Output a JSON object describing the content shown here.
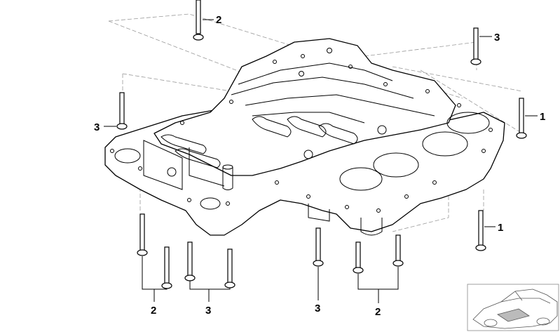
{
  "callouts": [
    {
      "id": "c1",
      "label": "2"
    },
    {
      "id": "c2",
      "label": "3"
    },
    {
      "id": "c3",
      "label": "3"
    },
    {
      "id": "c4",
      "label": "1"
    },
    {
      "id": "c5",
      "label": "1"
    },
    {
      "id": "c6",
      "label": "2"
    },
    {
      "id": "c7",
      "label": "3"
    },
    {
      "id": "c8",
      "label": "3"
    },
    {
      "id": "c9",
      "label": "2"
    }
  ]
}
